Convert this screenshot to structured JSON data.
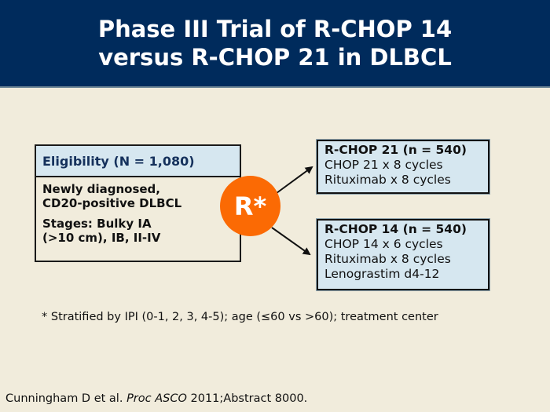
{
  "header": {
    "title_line1": "Phase III Trial of R-CHOP 14",
    "title_line2": "versus R-CHOP 21 in DLBCL",
    "background_color": "#002b5c"
  },
  "eligibility": {
    "heading": "Eligibility (N = 1,080)",
    "criteria": [
      {
        "line1": "Newly diagnosed,",
        "line2": "CD20-positive DLBCL"
      },
      {
        "line1": "Stages: Bulky IA",
        "line2": "(>10 cm), IB, II-IV"
      }
    ]
  },
  "randomization": {
    "label": "R*",
    "color": "#fb6a04"
  },
  "arms": [
    {
      "title": "R-CHOP 21 (n = 540)",
      "items": [
        "CHOP 21 x 8 cycles",
        "Rituximab x 8 cycles"
      ]
    },
    {
      "title": "R-CHOP 14 (n = 540)",
      "items": [
        "CHOP 14 x 6 cycles",
        "Rituximab x 8 cycles",
        "Lenograstim d4-12"
      ]
    }
  ],
  "footnote": "* Stratified by IPI (0-1, 2, 3, 4-5); age (≤60 vs >60); treatment center",
  "citation": {
    "authors": "Cunningham D et al. ",
    "journal": "Proc ASCO",
    "rest": " 2011;Abstract 8000."
  }
}
